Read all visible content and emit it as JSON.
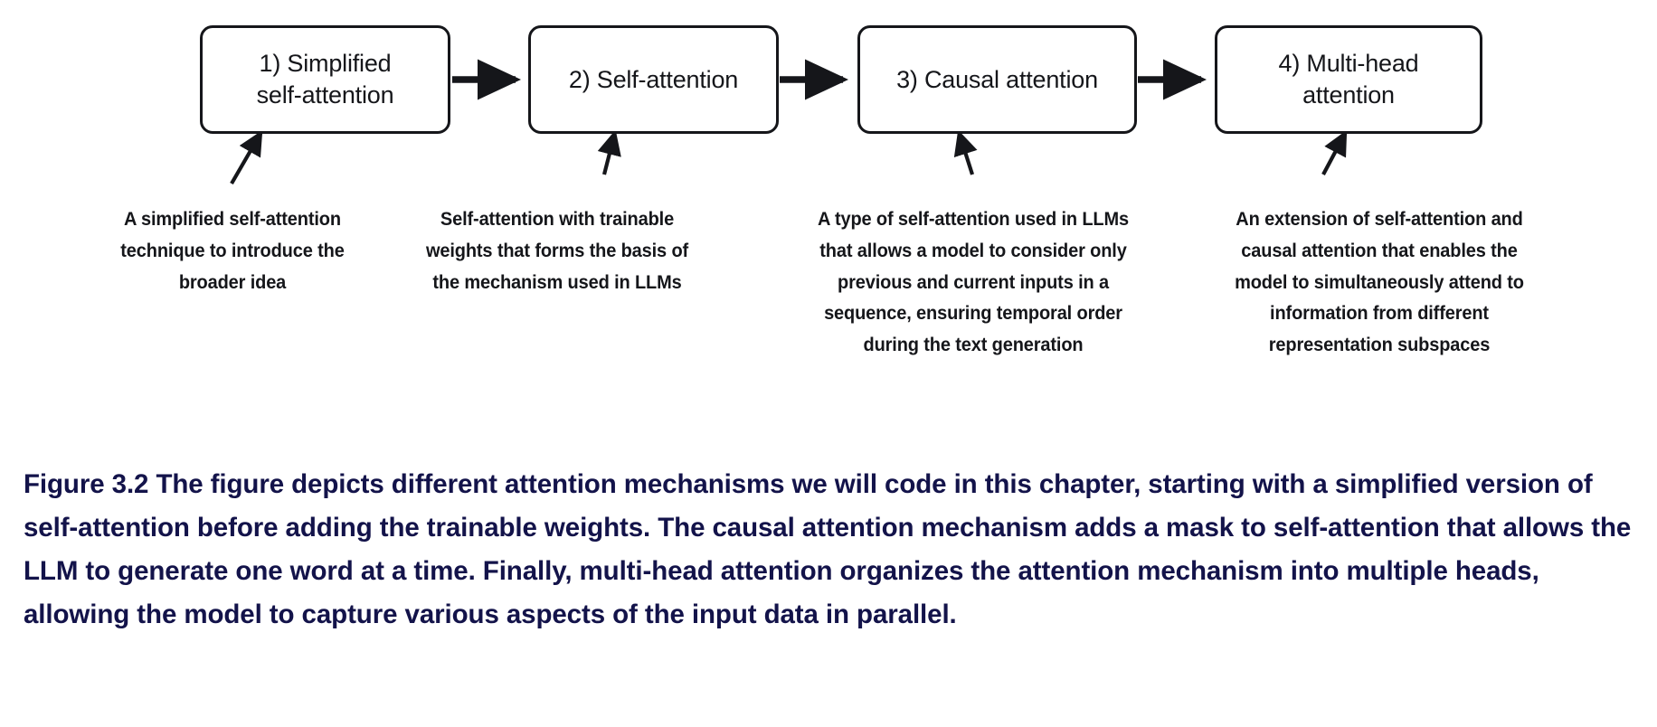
{
  "figure": {
    "id": "figure-3-2",
    "caption": "Figure 3.2 The figure depicts different attention mechanisms we will code in this chapter, starting with a simplified version of self-attention before adding the trainable weights. The causal attention mechanism adds a mask to self-attention that allows the LLM to generate one word at a time. Finally, multi-head attention organizes the attention mechanism into multiple heads, allowing the model to capture various aspects of the input data in parallel.",
    "caption_color": "#13134a",
    "box_border_color": "#15161a",
    "annotation_color": "#15161a",
    "background_color": "#ffffff"
  },
  "flow": {
    "stages": [
      {
        "index": 1,
        "label": "1) Simplified\nself-attention",
        "annotation": "A simplified self-attention\ntechnique to introduce the\nbroader idea"
      },
      {
        "index": 2,
        "label": "2) Self-attention",
        "annotation": "Self-attention with trainable\nweights that forms the basis of\nthe mechanism used in LLMs"
      },
      {
        "index": 3,
        "label": "3) Causal attention",
        "annotation": "A type of self-attention used in LLMs\nthat allows a model to consider only\nprevious and current inputs in a\nsequence, ensuring temporal order\nduring the text generation"
      },
      {
        "index": 4,
        "label": "4) Multi-head\nattention",
        "annotation": "An extension of self-attention and\ncausal attention that enables the\nmodel to simultaneously attend to\ninformation from different\nrepresentation subspaces"
      }
    ]
  }
}
